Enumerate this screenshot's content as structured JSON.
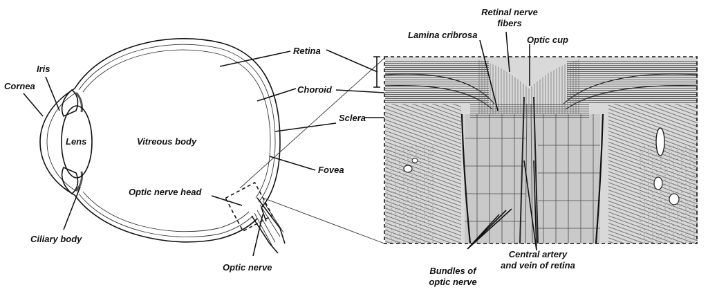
{
  "diagram": {
    "labels": {
      "cornea": "Cornea",
      "iris": "Iris",
      "lens": "Lens",
      "vitreous_body": "Vitreous body",
      "ciliary_body": "Ciliary body",
      "optic_nerve_head": "Optic nerve head",
      "optic_nerve": "Optic nerve",
      "retina": "Retina",
      "choroid": "Choroid",
      "sclera": "Sclera",
      "fovea": "Fovea",
      "lamina_cribrosa": "Lamina cribrosa",
      "retinal_nerve_fibers_1": "Retinal nerve",
      "retinal_nerve_fibers_2": "fibers",
      "optic_cup": "Optic cup",
      "bundles_1": "Bundles of",
      "bundles_2": "optic nerve",
      "central_1": "Central artery",
      "central_2": "and vein of retina"
    }
  }
}
